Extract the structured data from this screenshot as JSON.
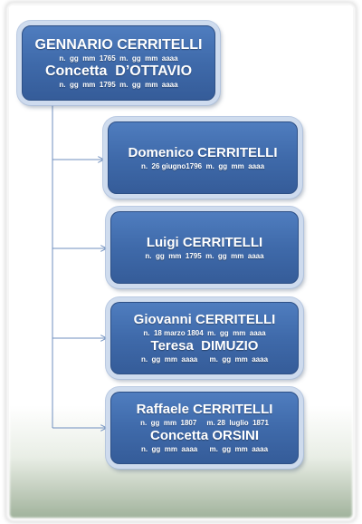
{
  "root": {
    "name1": "GENNARIO CERRITELLI",
    "dates1": "n.  gg  mm  1765  m.  gg  mm  aaaa",
    "name2": "Concetta  D’OTTAVIO",
    "dates2": "n.  gg  mm  1795  m.  gg  mm  aaaa"
  },
  "children": [
    {
      "name": "Domenico CERRITELLI",
      "dates": "n.  26 giugno1796  m.  gg  mm  aaaa"
    },
    {
      "name": "Luigi CERRITELLI",
      "dates": "n.  gg  mm  1795  m.  gg  mm  aaaa"
    },
    {
      "name": "Giovanni CERRITELLI",
      "dates": "n.  18 marzo 1804  m.  gg  mm  aaaa",
      "spouse_name": "Teresa  DIMUZIO",
      "spouse_dates": "n.  gg  mm  aaaa      m.  gg  mm  aaaa"
    },
    {
      "name": "Raffaele CERRITELLI",
      "dates": "n.  gg  mm  1807     m. 28  luglio  1871",
      "spouse_name": "Concetta ORSINI",
      "spouse_dates": "n.  gg  mm  aaaa      m.  gg  mm  aaaa"
    }
  ],
  "colors": {
    "box_fill": "#3f6aaa",
    "box_border": "#2d4f85",
    "connector": "#6f8fbf",
    "text": "#ffffff"
  }
}
